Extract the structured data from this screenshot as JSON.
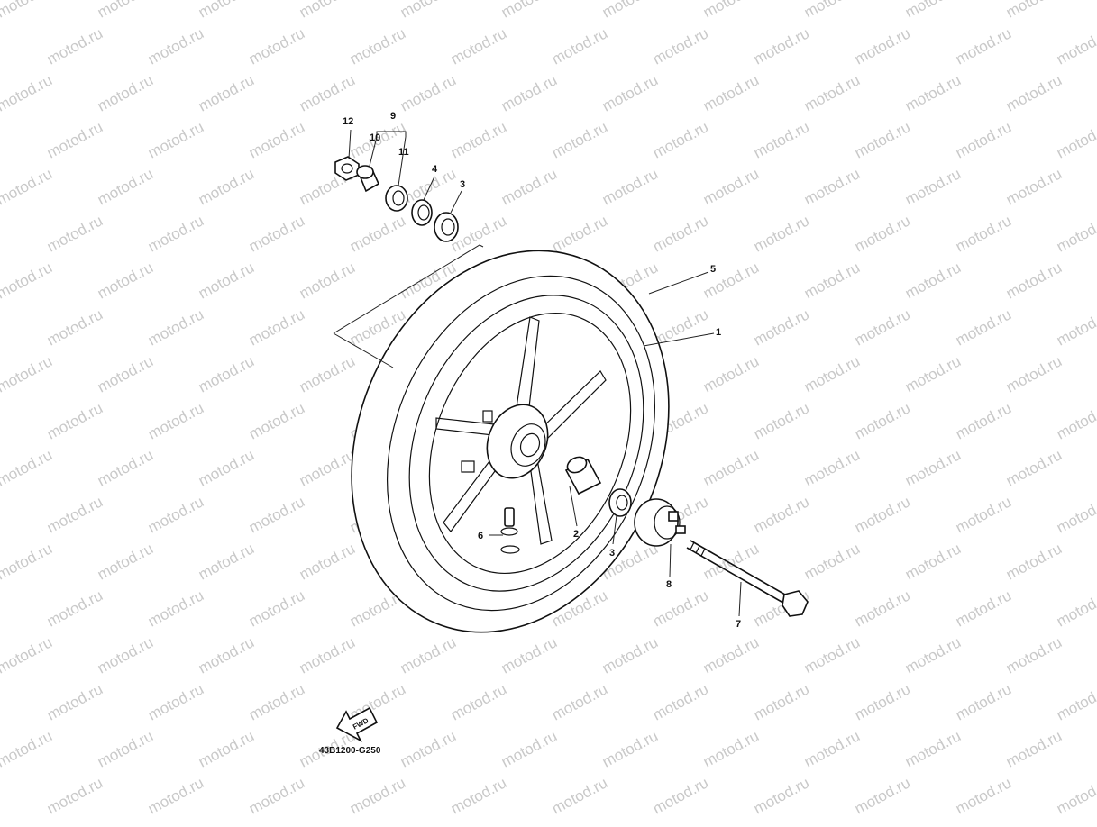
{
  "watermark": {
    "text": "motod.ru",
    "color": "#c9c9c9"
  },
  "diagram": {
    "code": "43B1200-G250",
    "fwd_label": "FWD",
    "callouts": [
      "12",
      "9",
      "10",
      "11",
      "4",
      "3",
      "5",
      "1",
      "2",
      "3",
      "8",
      "6",
      "7"
    ]
  }
}
